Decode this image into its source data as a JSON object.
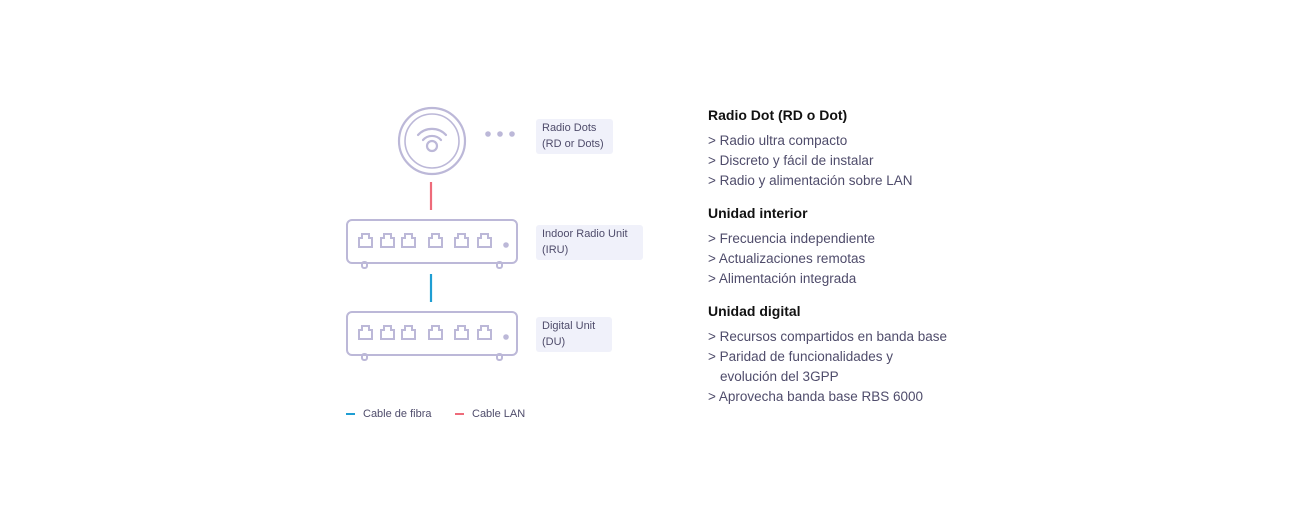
{
  "colors": {
    "device_stroke": "#bcb8d8",
    "fiber_cable": "#1f9ed3",
    "lan_cable": "#ee6b7a",
    "label_bg": "#f0f1fa",
    "text": "#4f4c6b",
    "heading": "#111111"
  },
  "icons": {
    "radio_dot": "wifi-icon",
    "more": "ellipsis-icon",
    "port": "ethernet-port-icon"
  },
  "diagram": {
    "radio_dots": {
      "label_line1": "Radio Dots",
      "label_line2": "(RD or Dots)"
    },
    "iru": {
      "label_line1": "Indoor Radio Unit",
      "label_line2": "(IRU)"
    },
    "du": {
      "label_line1": "Digital Unit",
      "label_line2": "(DU)"
    },
    "links": [
      {
        "from": "radio_dots",
        "to": "iru",
        "cable": "lan"
      },
      {
        "from": "iru",
        "to": "du",
        "cable": "fiber"
      }
    ],
    "legend": {
      "fiber": "Cable de fibra",
      "lan": "Cable LAN"
    }
  },
  "info": {
    "sections": [
      {
        "title": "Radio Dot (RD o Dot)",
        "items": [
          "> Radio ultra compacto",
          "> Discreto y fácil de instalar",
          "> Radio y alimentación sobre LAN"
        ]
      },
      {
        "title": "Unidad interior",
        "items": [
          "> Frecuencia independiente",
          "> Actualizaciones remotas",
          "> Alimentación integrada"
        ]
      },
      {
        "title": "Unidad digital",
        "items": [
          "> Recursos compartidos en banda base",
          "> Paridad de funcionalidades y",
          "evolución del 3GPP",
          "> Aprovecha banda base RBS 6000"
        ]
      }
    ]
  }
}
